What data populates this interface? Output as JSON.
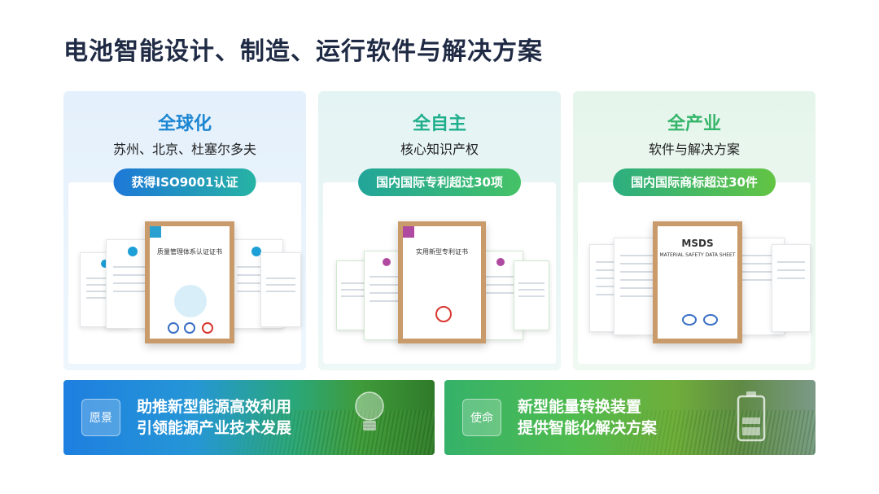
{
  "page": {
    "title": "电池智能设计、制造、运行软件与解决方案"
  },
  "cards": [
    {
      "title": "全球化",
      "subtitle": "苏州、北京、杜塞尔多夫",
      "badge": "获得ISO9001认证",
      "cert_heading": "质量管理体系认证证书",
      "accent": "#1d86d2"
    },
    {
      "title": "全自主",
      "subtitle": "核心知识产权",
      "badge": "国内国际专利超过30项",
      "cert_heading": "实用新型专利证书",
      "accent": "#1fae8c"
    },
    {
      "title": "全产业",
      "subtitle": "软件与解决方案",
      "badge": "国内国际商标超过30件",
      "cert_heading": "MSDS",
      "cert_subheading": "MATERIAL SAFETY DATA SHEET",
      "accent": "#34b56a"
    }
  ],
  "banners": [
    {
      "tag": "愿景",
      "line1": "助推新型能源高效利用",
      "line2": "引领能源产业技术发展",
      "icon": "lightbulb-icon"
    },
    {
      "tag": "使命",
      "line1": "新型能量转换装置",
      "line2": "提供智能化解决方案",
      "icon": "battery-icon"
    }
  ]
}
